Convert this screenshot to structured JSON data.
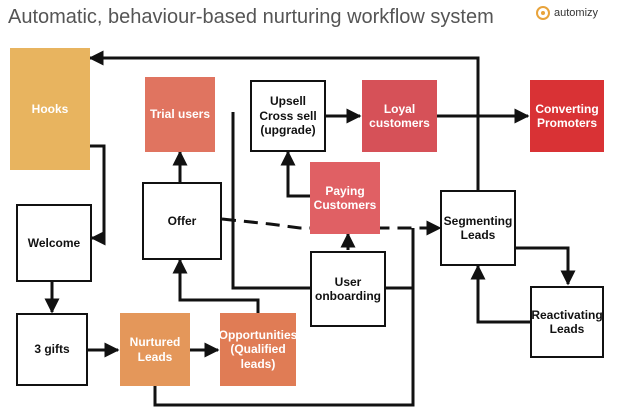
{
  "title": "Automatic, behaviour-based nurturing workflow system",
  "logo": {
    "text": "automizy",
    "icon": "automizy-logo-icon"
  },
  "colors": {
    "hooks": "#e8b45f",
    "trial": "#e07460",
    "paying": "#e06064",
    "loyal": "#d65158",
    "promoters": "#d93235",
    "nurtured": "#e4975a",
    "opportunities": "#e07c55"
  },
  "nodes": {
    "hooks": "Hooks",
    "welcome": "Welcome",
    "gifts": "3 gifts",
    "nurtured": "Nurtured\nLeads",
    "opportunities": "Opportunities\n(Qualified\nleads)",
    "offer": "Offer",
    "trial": "Trial users",
    "upsell": "Upsell\nCross sell\n(upgrade)",
    "loyal": "Loyal\ncustomers",
    "promoters": "Converting\nPromoters",
    "paying": "Paying\nCustomers",
    "onboarding": "User\nonboarding",
    "segmenting": "Segmenting\nLeads",
    "reactivating": "Reactivating\nLeads"
  }
}
